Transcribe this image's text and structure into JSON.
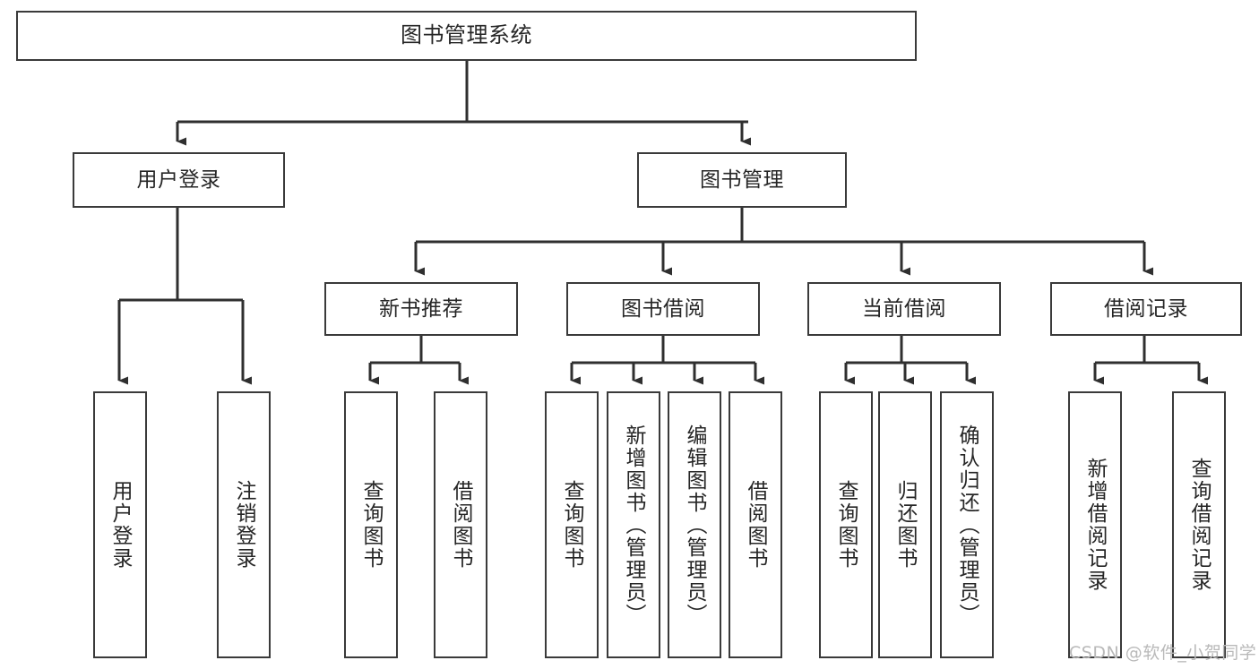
{
  "diagram": {
    "type": "hierarchy-tree",
    "title": "图书管理系统",
    "watermark": "CSDN @软件_小贺同学",
    "colors": {
      "box_border": "#3a3a3a",
      "box_fill": "#ffffff",
      "text": "#262626",
      "connector": "#2f2f2f",
      "watermark": "#b9b9b9",
      "background": "#ffffff"
    },
    "levels": {
      "root": "图书管理系统",
      "level2": [
        "用户登录",
        "图书管理"
      ],
      "level3": [
        "新书推荐",
        "图书借阅",
        "当前借阅",
        "借阅记录"
      ]
    },
    "nodes": {
      "root": {
        "label": "图书管理系统"
      },
      "user_login": {
        "label": "用户登录"
      },
      "book_manage": {
        "label": "图书管理"
      },
      "new_book_rec": {
        "label": "新书推荐"
      },
      "book_borrow": {
        "label": "图书借阅"
      },
      "current_borrow": {
        "label": "当前借阅"
      },
      "borrow_record": {
        "label": "借阅记录"
      },
      "leaf_user_login": {
        "label": "用户登录"
      },
      "leaf_logout": {
        "label": "注销登录"
      },
      "leaf_query_book_1": {
        "label": "查询图书"
      },
      "leaf_borrow_book_1": {
        "label": "借阅图书"
      },
      "leaf_query_book_2": {
        "label": "查询图书"
      },
      "leaf_add_book": {
        "label": "新增图书（管理员）"
      },
      "leaf_edit_book": {
        "label": "编辑图书（管理员）"
      },
      "leaf_borrow_book_2": {
        "label": "借阅图书"
      },
      "leaf_query_book_3": {
        "label": "查询图书"
      },
      "leaf_return_book": {
        "label": "归还图书"
      },
      "leaf_confirm_return": {
        "label": "确认归还（管理员）"
      },
      "leaf_add_record": {
        "label": "新增借阅记录"
      },
      "leaf_query_record": {
        "label": "查询借阅记录"
      }
    },
    "edges": [
      {
        "from": "图书管理系统",
        "to": "用户登录"
      },
      {
        "from": "图书管理系统",
        "to": "图书管理"
      },
      {
        "from": "用户登录",
        "to": "用户登录"
      },
      {
        "from": "用户登录",
        "to": "注销登录"
      },
      {
        "from": "图书管理",
        "to": "新书推荐"
      },
      {
        "from": "图书管理",
        "to": "图书借阅"
      },
      {
        "from": "图书管理",
        "to": "当前借阅"
      },
      {
        "from": "图书管理",
        "to": "借阅记录"
      },
      {
        "from": "新书推荐",
        "to": "查询图书"
      },
      {
        "from": "新书推荐",
        "to": "借阅图书"
      },
      {
        "from": "图书借阅",
        "to": "查询图书"
      },
      {
        "from": "图书借阅",
        "to": "新增图书（管理员）"
      },
      {
        "from": "图书借阅",
        "to": "编辑图书（管理员）"
      },
      {
        "from": "图书借阅",
        "to": "借阅图书"
      },
      {
        "from": "当前借阅",
        "to": "查询图书"
      },
      {
        "from": "当前借阅",
        "to": "归还图书"
      },
      {
        "from": "当前借阅",
        "to": "确认归还（管理员）"
      },
      {
        "from": "借阅记录",
        "to": "新增借阅记录"
      },
      {
        "from": "借阅记录",
        "to": "查询借阅记录"
      }
    ]
  }
}
